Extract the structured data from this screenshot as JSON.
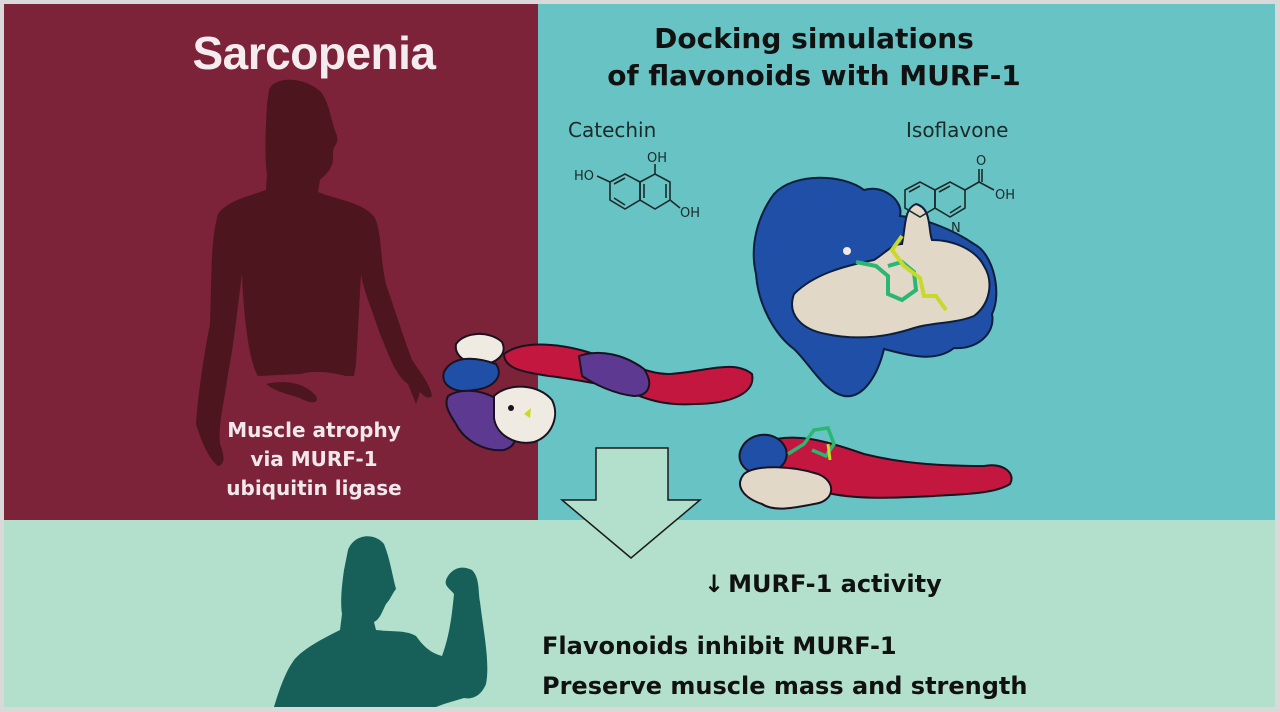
{
  "left_panel": {
    "title": "Sarcopenia",
    "caption_lines": [
      "Muscle atrophy",
      "via MURF-1",
      "ubiquitin ligase"
    ],
    "background_color": "#7c2239",
    "figure": "elderly-person-silhouette"
  },
  "right_panel": {
    "title_lines": [
      "Docking simulations",
      "of flavonoids with MURF-1"
    ],
    "background_color": "#68c3c4",
    "molecules": [
      {
        "name": "Catechin",
        "substituents": [
          "HO",
          "OH",
          "OH"
        ]
      },
      {
        "name": "Isoflavone",
        "substituents": [
          "O",
          "OH",
          "N"
        ]
      }
    ],
    "protein_colors": {
      "blue": "#1f4fa6",
      "beige": "#e1d8c8",
      "red": "#c4173f",
      "purple": "#5e3991",
      "ligand_green": "#2bb673",
      "ligand_yellow": "#c9d82a"
    }
  },
  "bottom_panel": {
    "background_color": "#b2e0cc",
    "activity_arrow": "↓",
    "activity_text": "MURF-1 activity",
    "conclusion_lines": [
      "Flavonoids inhibit MURF-1",
      "Preserve muscle mass and strength"
    ],
    "figure": "flexing-person-silhouette"
  }
}
